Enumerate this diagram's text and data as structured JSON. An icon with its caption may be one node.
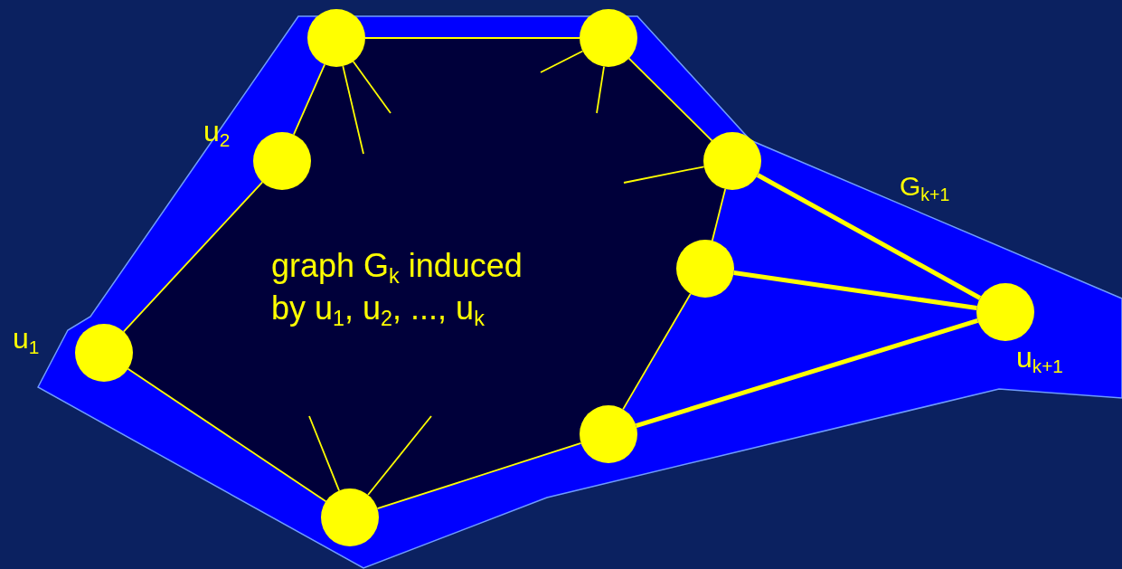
{
  "diagram": {
    "nodes": [
      {
        "text": [
          "G$_{k+1}$"
        ]
      },
      {
        "text": [
          "graph G$_{k}$ induced by u$_{1}$, u$_{2}$, ..., u$_{k}$"
        ],
        "in": 0
      },
      {
        "text": [],
        "shape": "circle",
        "in": 0,
        "beside": [
          "u$_{1}$"
        ]
      },
      {
        "text": [],
        "shape": "circle",
        "in": 0,
        "beside": [
          "u$_{2}$"
        ]
      },
      {
        "text": [],
        "shape": "circle",
        "in": 0
      },
      {
        "text": [],
        "shape": "circle",
        "in": 0
      },
      {
        "text": [],
        "shape": "circle",
        "in": 0
      },
      {
        "text": [],
        "shape": "circle",
        "in": 0
      },
      {
        "text": [],
        "shape": "circle",
        "in": 0
      },
      {
        "text": [],
        "shape": "circle",
        "in": 0
      },
      {
        "text": [],
        "shape": "circle",
        "in": 0,
        "beside": [
          "u$_{k+1}$"
        ]
      }
    ],
    "edges": [
      {
        "from": 2,
        "to": 3,
        "arrow": "none"
      },
      {
        "from": 3,
        "to": 4,
        "arrow": "none"
      },
      {
        "from": 4,
        "to": 6,
        "arrow": "none"
      },
      {
        "from": 6,
        "to": 9,
        "arrow": "none"
      },
      {
        "from": 9,
        "to": 8,
        "arrow": "none"
      },
      {
        "from": 8,
        "to": 7,
        "arrow": "none"
      },
      {
        "from": 7,
        "to": 5,
        "arrow": "none"
      },
      {
        "from": 5,
        "to": 2,
        "arrow": "none"
      },
      {
        "from": 9,
        "to": 10,
        "arrow": "none",
        "style": "thick"
      },
      {
        "from": 8,
        "to": 10,
        "arrow": "none",
        "style": "thick"
      },
      {
        "from": 7,
        "to": 10,
        "arrow": "none",
        "style": "thick"
      },
      {
        "from": 4,
        "to": null,
        "arrow": "none"
      },
      {
        "from": 4,
        "to": null,
        "arrow": "none"
      },
      {
        "from": 6,
        "to": null,
        "arrow": "none"
      },
      {
        "from": 6,
        "to": null,
        "arrow": "none"
      },
      {
        "from": 9,
        "to": null,
        "arrow": "none"
      },
      {
        "from": 5,
        "to": null,
        "arrow": "none"
      },
      {
        "from": 5,
        "to": null,
        "arrow": "none"
      }
    ]
  }
}
